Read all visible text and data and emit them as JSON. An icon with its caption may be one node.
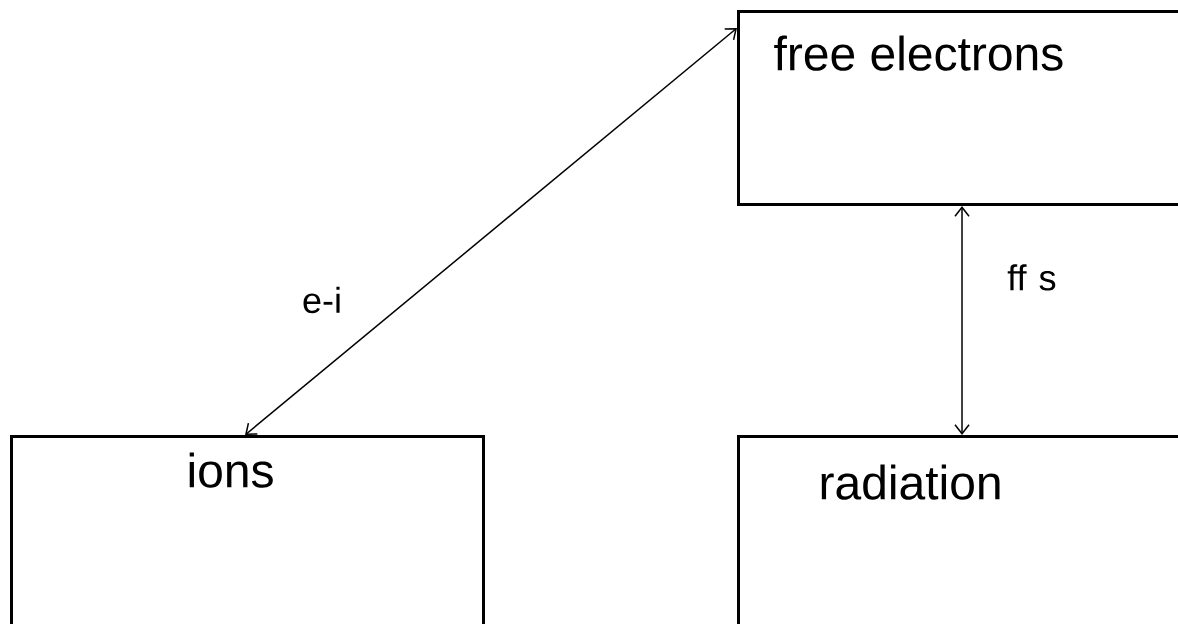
{
  "diagram": {
    "nodes": [
      {
        "text": [
          "free electrons"
        ]
      },
      {
        "text": [
          "ions"
        ]
      },
      {
        "text": [
          "radiation"
        ]
      }
    ],
    "edges": [
      {
        "from": 0,
        "to": 1,
        "arrow": "both",
        "label": "e-i"
      },
      {
        "from": 0,
        "to": 2,
        "arrow": "both",
        "label": "ff s"
      }
    ]
  }
}
